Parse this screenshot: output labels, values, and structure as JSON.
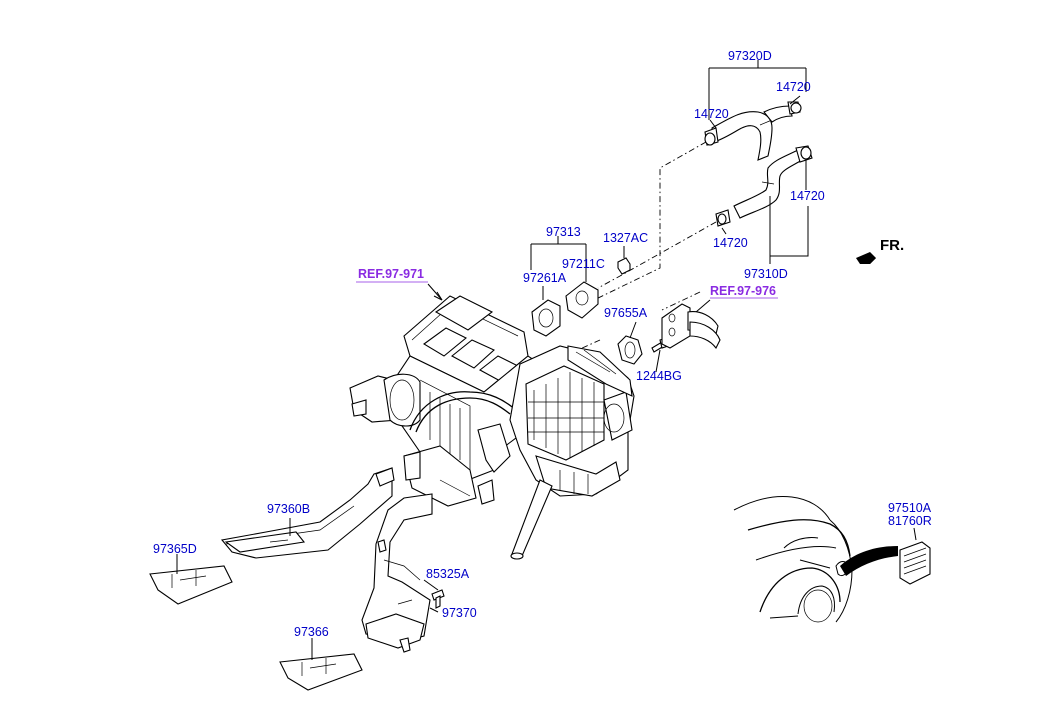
{
  "diagram": {
    "labels": {
      "p97320D": "97320D",
      "p14720_a": "14720",
      "p14720_b": "14720",
      "p14720_c": "14720",
      "p14720_d": "14720",
      "p97310D": "97310D",
      "p97313": "97313",
      "p1327AC": "1327AC",
      "p97211C": "97211C",
      "p97261A": "97261A",
      "p97655A": "97655A",
      "p1244BG": "1244BG",
      "p97360B": "97360B",
      "p97365D": "97365D",
      "p85325A": "85325A",
      "p97370": "97370",
      "p97366": "97366",
      "p97510A": "97510A",
      "p81760R": "81760R"
    },
    "refs": {
      "ref_971": "REF.97-971",
      "ref_976": "REF.97-976"
    },
    "direction": "FR.",
    "colors": {
      "part_label": "#0000c8",
      "reference_label": "#8a2be2",
      "line": "#000000"
    }
  }
}
